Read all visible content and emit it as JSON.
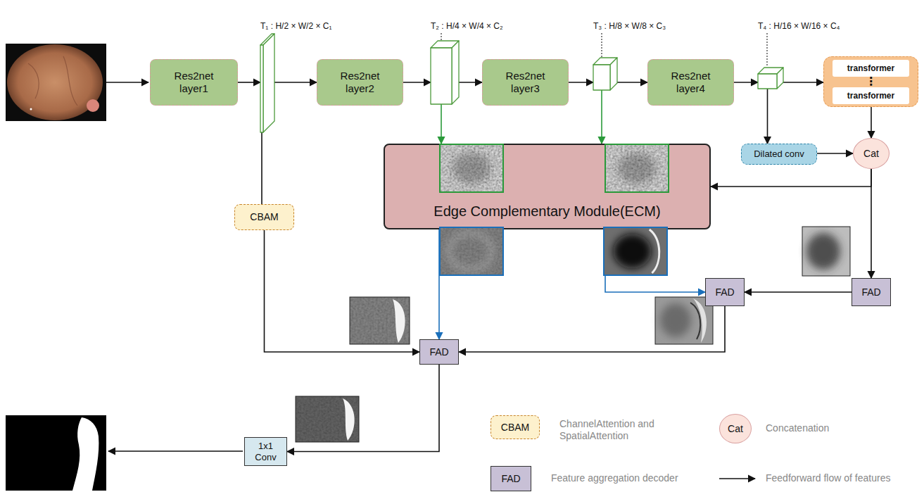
{
  "diagram": {
    "nodes": [
      {
        "text": [
          "Res2net layer1"
        ]
      },
      {
        "text": [
          "T₁ : H/2 × W/2 × C₁"
        ]
      },
      {
        "text": [
          "Res2net layer2"
        ]
      },
      {
        "text": [
          "T₂ : H/4 × W/4 × C₂"
        ]
      },
      {
        "text": [
          "Res2net layer3"
        ]
      },
      {
        "text": [
          "T₃ : H/8 × W/8 × C₃"
        ]
      },
      {
        "text": [
          "Res2net layer4"
        ]
      },
      {
        "text": [
          "T₄ : H/16 × W/16 × C₄"
        ]
      },
      {
        "text": [
          "⋮"
        ]
      },
      {
        "text": [
          "transformer"
        ],
        "in": 8
      },
      {
        "text": [
          "transformer"
        ],
        "in": 8
      },
      {
        "text": [
          "Dilated conv"
        ]
      },
      {
        "text": [
          "Cat"
        ]
      },
      {
        "text": [
          "Edge Complementary Module(ECM)"
        ]
      },
      {
        "text": [
          "CBAM"
        ]
      },
      {
        "text": [
          "FAD"
        ]
      },
      {
        "text": [
          "FAD"
        ]
      },
      {
        "text": [
          "FAD"
        ]
      },
      {
        "text": [
          "1x1 Conv"
        ]
      }
    ],
    "edges": [
      {
        "from": 0,
        "to": 1,
        "arrow": "to"
      },
      {
        "from": 1,
        "to": 2,
        "arrow": "to"
      },
      {
        "from": 2,
        "to": 3,
        "arrow": "to"
      },
      {
        "from": 3,
        "to": 4,
        "arrow": "to"
      },
      {
        "from": 4,
        "to": 5,
        "arrow": "to"
      },
      {
        "from": 5,
        "to": 6,
        "arrow": "to"
      },
      {
        "from": 6,
        "to": 7,
        "arrow": "to"
      },
      {
        "from": 7,
        "to": 8,
        "arrow": "to"
      },
      {
        "from": 7,
        "to": 11,
        "arrow": "to"
      },
      {
        "from": 11,
        "to": 12,
        "arrow": "to"
      },
      {
        "from": 8,
        "to": 12,
        "arrow": "to"
      },
      {
        "from": 12,
        "to": 13,
        "arrow": "to"
      },
      {
        "from": 12,
        "to": 15,
        "arrow": "to"
      },
      {
        "from": 3,
        "to": 13,
        "arrow": "to"
      },
      {
        "from": 5,
        "to": 13,
        "arrow": "to"
      },
      {
        "from": 13,
        "to": 17,
        "arrow": "to"
      },
      {
        "from": 13,
        "to": 16,
        "arrow": "to"
      },
      {
        "from": 15,
        "to": 16,
        "arrow": "to"
      },
      {
        "from": 16,
        "to": 17,
        "arrow": "to"
      },
      {
        "from": 1,
        "to": 14,
        "arrow": "none"
      },
      {
        "from": 14,
        "to": 17,
        "arrow": "to"
      },
      {
        "from": 17,
        "to": 18,
        "arrow": "to"
      }
    ],
    "labels": [
      "CBAM",
      "Cat",
      "FAD"
    ],
    "legend": [
      {
        "text": "ChannelAttention and SpatialAttention"
      },
      {
        "text": "Concatenation"
      },
      {
        "text": "Feature aggregation decoder"
      },
      {
        "text": "Feedforward flow of features"
      }
    ]
  }
}
